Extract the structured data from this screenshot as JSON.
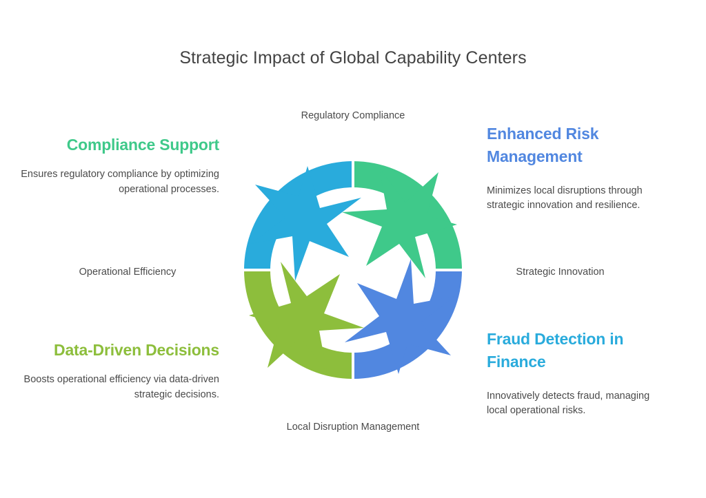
{
  "header": {
    "title": "Strategic Impact of Global Capability Centers"
  },
  "cycle": {
    "nodes": [
      {
        "id": "regulatory-compliance",
        "label": "Regulatory Compliance",
        "position": "top",
        "color": "#3FC98A"
      },
      {
        "id": "strategic-innovation",
        "label": "Strategic Innovation",
        "position": "right",
        "color": "#5187E0"
      },
      {
        "id": "local-disruption-management",
        "label": "Local Disruption Management",
        "position": "bottom",
        "color": "#8DBE3C"
      },
      {
        "id": "operational-efficiency",
        "label": "Operational Efficiency",
        "position": "left",
        "color": "#29ABDC"
      }
    ],
    "segments": [
      {
        "id": "segment-top-right",
        "quadrant": "top-right",
        "color": "#3FC98A"
      },
      {
        "id": "segment-bottom-right",
        "quadrant": "bottom-right",
        "color": "#5187E0"
      },
      {
        "id": "segment-bottom-left",
        "quadrant": "bottom-left",
        "color": "#8DBE3C"
      },
      {
        "id": "segment-top-left",
        "quadrant": "top-left",
        "color": "#29ABDC"
      }
    ]
  },
  "blocks": {
    "compliance_support": {
      "heading": "Compliance Support",
      "body": "Ensures regulatory compliance by optimizing operational processes.",
      "color": "#3FC98A"
    },
    "enhanced_risk_management": {
      "heading": "Enhanced Risk Management",
      "body": "Minimizes local disruptions through strategic innovation and resilience.",
      "color": "#5187E0"
    },
    "data_driven_decisions": {
      "heading": "Data-Driven Decisions",
      "body": "Boosts operational efficiency via data-driven strategic decisions.",
      "color": "#8DBE3C"
    },
    "fraud_detection_in_finance": {
      "heading": "Fraud Detection in Finance",
      "body": "Innovatively detects fraud, managing local operational risks.",
      "color": "#29ABDC"
    }
  },
  "palette": {
    "background": "#FFFFFF",
    "title_color": "#434343",
    "body_text_color": "#4A4A4A",
    "green": "#3FC98A",
    "blue": "#5187E0",
    "olive": "#8DBE3C",
    "cyan": "#29ABDC"
  }
}
